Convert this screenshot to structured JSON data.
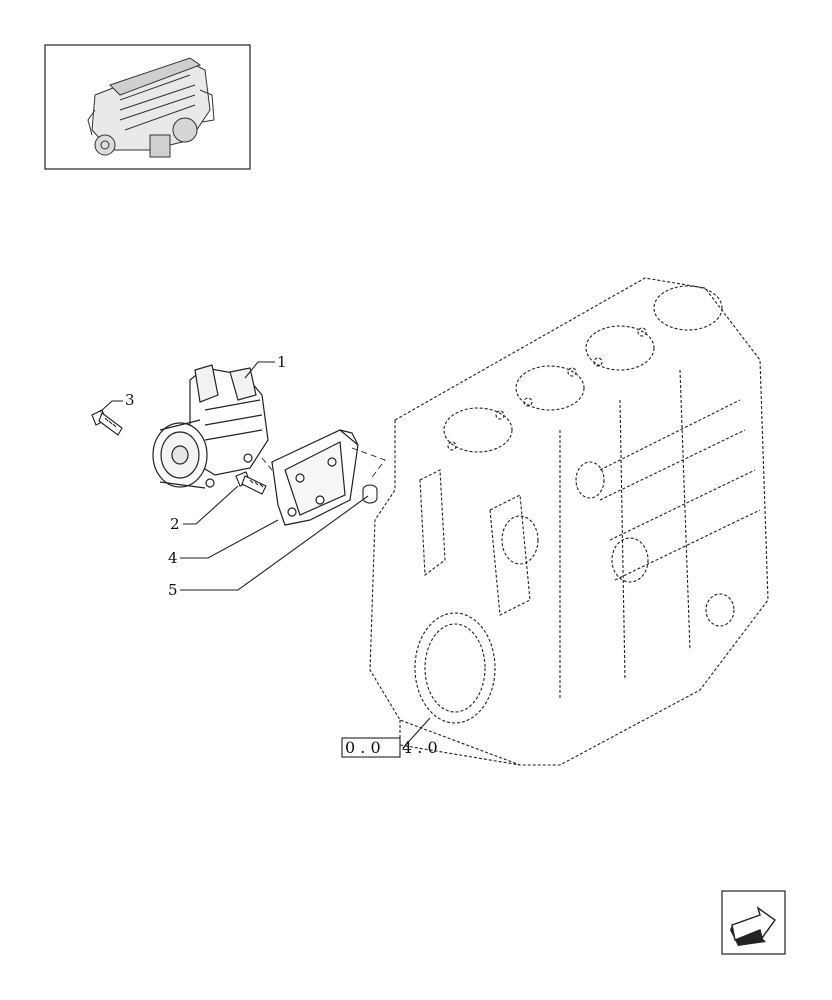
{
  "callouts": [
    "1",
    "2",
    "3",
    "4",
    "5"
  ],
  "reference": {
    "boxed": "0 . 0",
    "rest": "4 . 0"
  },
  "icons": {
    "thumbnail": "engine-thumbnail",
    "nav": "next-page-arrow-icon"
  }
}
